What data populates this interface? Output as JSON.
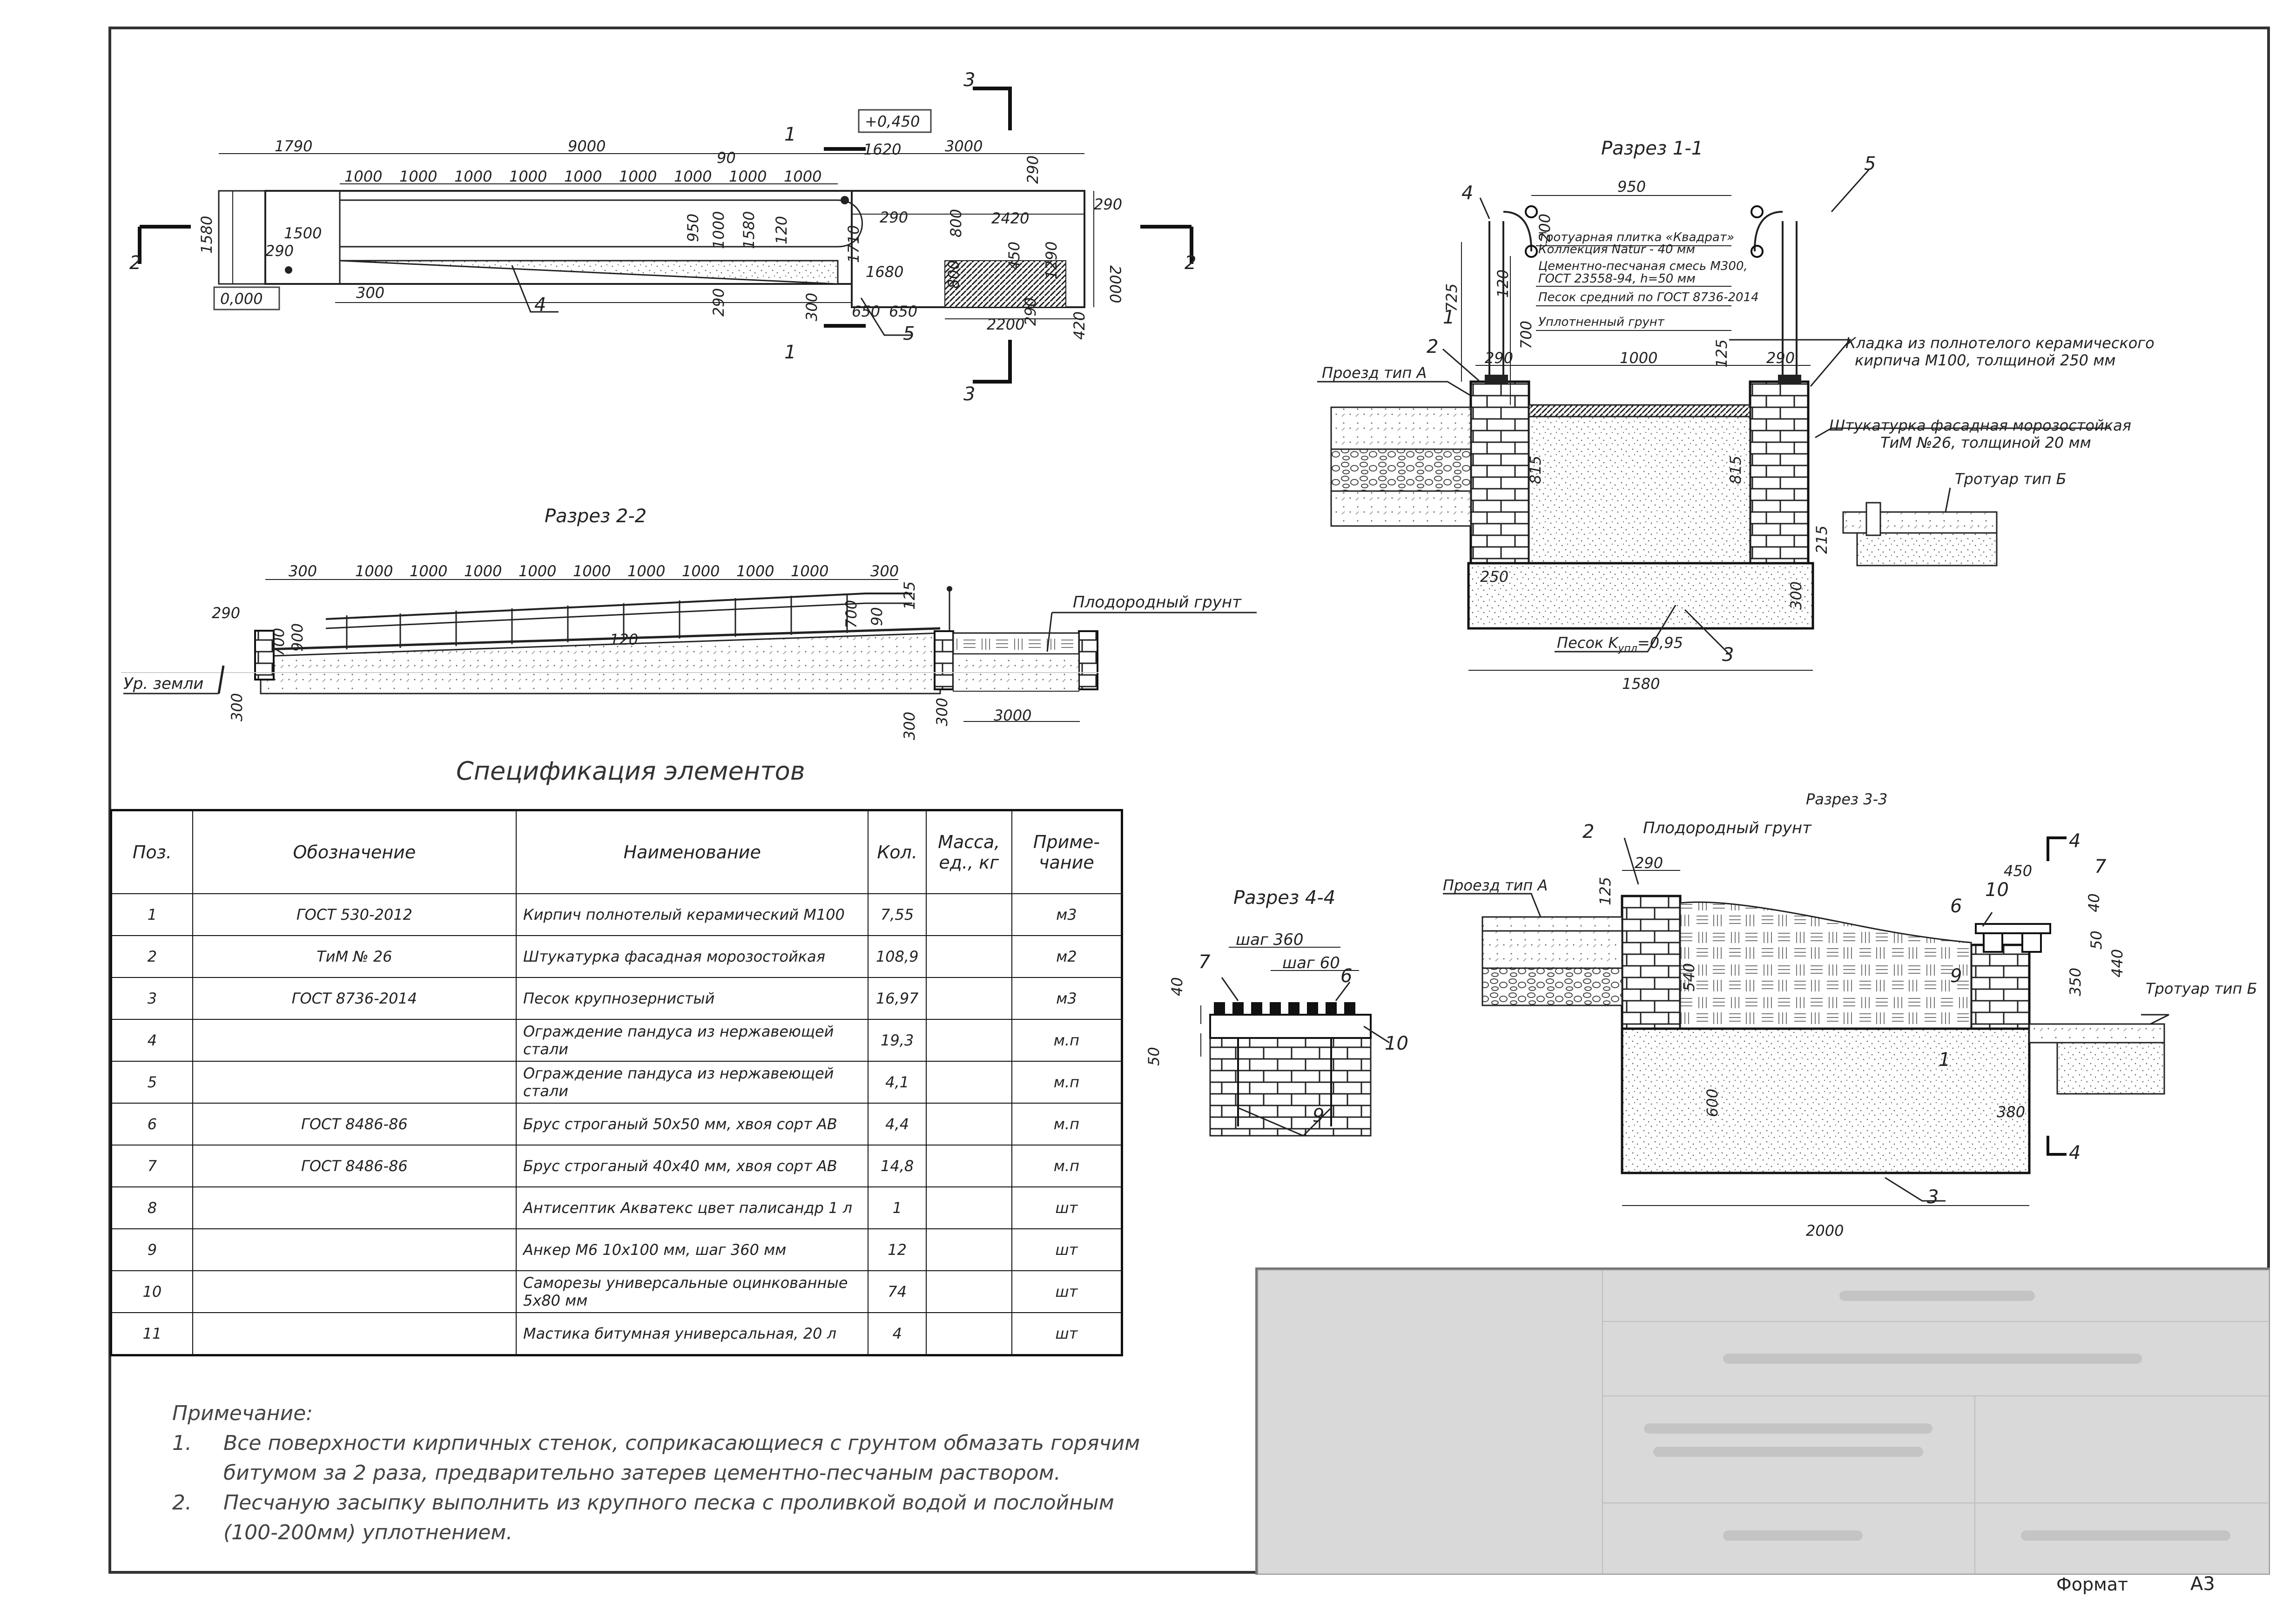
{
  "sheet": {
    "format_label": "Формат",
    "format_value": "А3"
  },
  "plan": {
    "dims_top": [
      "1790",
      "9000",
      "3000"
    ],
    "dims_1000": [
      "1000",
      "1000",
      "1000",
      "1000",
      "1000",
      "1000",
      "1000",
      "1000",
      "1000"
    ],
    "dim_1620": "1620",
    "dim_90": "90",
    "mark_top": "+0,450",
    "mark_bottom": "0,000",
    "dim_1580": "1580",
    "dim_1500": "1500",
    "dim_290a": "290",
    "dim_300": "300",
    "dim_950": "950",
    "dim_1000v": "1000",
    "dim_1580v": "1580",
    "dim_120": "120",
    "dim_290b": "290",
    "dim_1710": "1710",
    "dim_290c": "290",
    "dim_800a": "800",
    "dim_2420": "2420",
    "dim_290d": "290",
    "dim_290e": "290",
    "dim_2000": "2000",
    "dim_1680": "1680",
    "dim_800b": "800",
    "dim_450": "450",
    "dim_1290": "1290",
    "dim_650a": "650",
    "dim_650b": "650",
    "dim_300b": "300",
    "dim_2200": "2200",
    "dim_420": "420",
    "dim_290f": "290",
    "callout_4": "4",
    "callout_5": "5",
    "section_1": "1",
    "section_2": "2",
    "section_3": "3"
  },
  "section_11": {
    "title": "Разрез 1-1",
    "dim_950": "950",
    "callout_4": "4",
    "callout_5": "5",
    "callout_1": "1",
    "callout_2": "2",
    "callout_3": "3",
    "layers": [
      "Тротуарная плитка «Квадрат»",
      "Коллекция Natur - 40 мм",
      "Цементно-песчаная смесь М300,",
      "ГОСТ 23558-94, h=50 мм",
      "Песок средний по ГОСТ 8736-2014",
      "Уплотненный грунт"
    ],
    "dim_200": "200",
    "dim_725": "725",
    "dim_120": "120",
    "dim_700": "700",
    "dim_290a": "290",
    "dim_1000": "1000",
    "dim_125": "125",
    "dim_290b": "290",
    "dim_815a": "815",
    "dim_815b": "815",
    "dim_250": "250",
    "dim_300": "300",
    "dim_215": "215",
    "dim_1580": "1580",
    "masonry_note_1": "Кладка из полнотелого керамического",
    "masonry_note_2": "кирпича М100, толщиной 250 мм",
    "plaster_note_1": "Штукатурка фасадная морозостойкая",
    "plaster_note_2": "ТиМ №26, толщиной 20 мм",
    "road_a": "Проезд тип А",
    "sidewalk_b": "Тротуар тип Б",
    "sand_label": "Песок K",
    "sand_sub": "упл",
    "sand_value": "=0,95"
  },
  "section_22": {
    "title": "Разрез 2-2",
    "dims_top": [
      "300",
      "1000",
      "1000",
      "1000",
      "1000",
      "1000",
      "1000",
      "1000",
      "1000",
      "1000",
      "300"
    ],
    "dim_290": "290",
    "dim_700a": "700",
    "dim_900": "900",
    "dim_120": "120",
    "dim_700b": "700",
    "dim_90": "90",
    "dim_125": "125",
    "soil_label": "Плодородный грунт",
    "ground_label": "Ур. земли",
    "dim_300a": "300",
    "dim_300b": "300",
    "dim_300c": "300",
    "dim_3000": "3000"
  },
  "section_33": {
    "title": "Разрез 3-3",
    "soil_label": "Плодородный грунт",
    "road_a": "Проезд тип А",
    "sidewalk_b": "Тротуар тип Б",
    "callout_2": "2",
    "callout_1": "1",
    "callout_3": "3",
    "callout_4a": "4",
    "callout_4b": "4",
    "callout_6": "6",
    "callout_7": "7",
    "callout_9": "9",
    "callout_10": "10",
    "dim_290": "290",
    "dim_125": "125",
    "dim_540": "540",
    "dim_600": "600",
    "dim_450": "450",
    "dim_40": "40",
    "dim_50": "50",
    "dim_350": "350",
    "dim_440": "440",
    "dim_380": "380",
    "dim_2000": "2000"
  },
  "section_44": {
    "title": "Разрез 4-4",
    "step_360": "шаг 360",
    "step_60": "шаг 60",
    "callout_7": "7",
    "callout_6": "6",
    "callout_10": "10",
    "callout_9": "9",
    "dim_40": "40",
    "dim_50": "50"
  },
  "spec": {
    "title": "Спецификация элементов",
    "headers": {
      "pos": "Поз.",
      "designation": "Обозначение",
      "name": "Наименование",
      "qty": "Кол.",
      "mass_1": "Масса,",
      "mass_2": "ед., кг",
      "note_1": "Приме-",
      "note_2": "чание"
    },
    "rows": [
      {
        "pos": "1",
        "designation": "ГОСТ 530-2012",
        "name": "Кирпич полнотелый керамический М100",
        "qty": "7,55",
        "mass": "",
        "note": "м3"
      },
      {
        "pos": "2",
        "designation": "ТиМ № 26",
        "name": "Штукатурка фасадная морозостойкая",
        "qty": "108,9",
        "mass": "",
        "note": "м2"
      },
      {
        "pos": "3",
        "designation": "ГОСТ 8736-2014",
        "name": "Песок крупнозернистый",
        "qty": "16,97",
        "mass": "",
        "note": "м3"
      },
      {
        "pos": "4",
        "designation": "",
        "name": "Ограждение пандуса из нержавеющей стали",
        "qty": "19,3",
        "mass": "",
        "note": "м.п"
      },
      {
        "pos": "5",
        "designation": "",
        "name": "Ограждение пандуса из нержавеющей стали",
        "qty": "4,1",
        "mass": "",
        "note": "м.п"
      },
      {
        "pos": "6",
        "designation": "ГОСТ 8486-86",
        "name": "Брус строганый 50х50 мм, хвоя сорт АВ",
        "qty": "4,4",
        "mass": "",
        "note": "м.п"
      },
      {
        "pos": "7",
        "designation": "ГОСТ 8486-86",
        "name": "Брус строганый 40х40 мм, хвоя сорт АВ",
        "qty": "14,8",
        "mass": "",
        "note": "м.п"
      },
      {
        "pos": "8",
        "designation": "",
        "name": "Антисептик Акватекс цвет палисандр 1 л",
        "qty": "1",
        "mass": "",
        "note": "шт"
      },
      {
        "pos": "9",
        "designation": "",
        "name": "Анкер М6 10х100 мм, шаг 360 мм",
        "qty": "12",
        "mass": "",
        "note": "шт"
      },
      {
        "pos": "10",
        "designation": "",
        "name": "Саморезы универсальные оцинкованные 5х80 мм",
        "qty": "74",
        "mass": "",
        "note": "шт"
      },
      {
        "pos": "11",
        "designation": "",
        "name": "Мастика битумная универсальная, 20 л",
        "qty": "4",
        "mass": "",
        "note": "шт"
      }
    ]
  },
  "notes": {
    "heading": "Примечание:",
    "items": [
      {
        "num": "1.",
        "line_1": "Все поверхности кирпичных стенок, соприкасающиеся с грунтом обмазать горячим",
        "line_2": "битумом за 2 раза, предварительно затерев цементно-песчаным раствором."
      },
      {
        "num": "2.",
        "line_1": "Песчаную засыпку выполнить из крупного песка с проливкой водой и послойным",
        "line_2": "(100-200мм) уплотнением."
      }
    ]
  }
}
